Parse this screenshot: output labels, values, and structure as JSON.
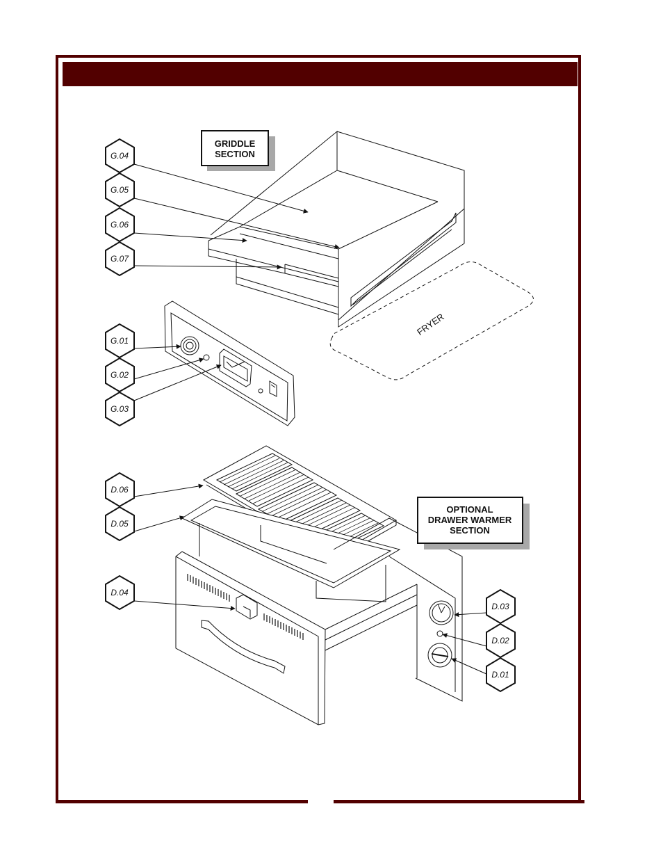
{
  "sections": {
    "griddle": [
      "GRIDDLE",
      "SECTION"
    ],
    "drawer": [
      "OPTIONAL",
      "DRAWER WARMER",
      "SECTION"
    ],
    "fryer": "FRYER"
  },
  "callouts": {
    "g04": "G.04",
    "g05": "G.05",
    "g06": "G.06",
    "g07": "G.07",
    "g01": "G.01",
    "g02": "G.02",
    "g03": "G.03",
    "d06": "D.06",
    "d05": "D.05",
    "d04": "D.04",
    "d03": "D.03",
    "d02": "D.02",
    "d01": "D.01"
  },
  "colors": {
    "frame": "#520000",
    "line": "#111111",
    "shadow": "#a8a8a8"
  }
}
